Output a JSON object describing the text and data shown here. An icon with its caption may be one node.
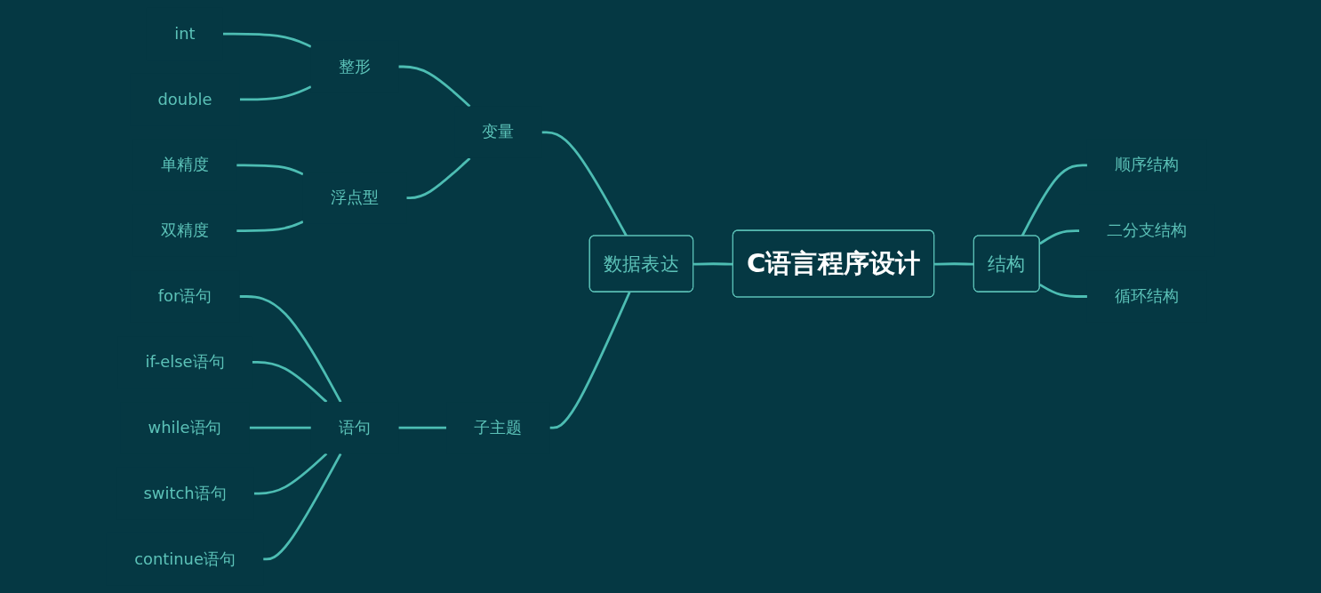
{
  "diagram": {
    "nodes": [
      {
        "text": [
          "C语言程序设计"
        ]
      },
      {
        "text": [
          "数据表达"
        ]
      },
      {
        "text": [
          "变量"
        ]
      },
      {
        "text": [
          "整形"
        ]
      },
      {
        "text": [
          "int"
        ]
      },
      {
        "text": [
          "double"
        ]
      },
      {
        "text": [
          "浮点型"
        ]
      },
      {
        "text": [
          "单精度"
        ]
      },
      {
        "text": [
          "双精度"
        ]
      },
      {
        "text": [
          "子主题"
        ]
      },
      {
        "text": [
          "语句"
        ]
      },
      {
        "text": [
          "for语句"
        ]
      },
      {
        "text": [
          "if-else语句"
        ]
      },
      {
        "text": [
          "while语句"
        ]
      },
      {
        "text": [
          "switch语句"
        ]
      },
      {
        "text": [
          "continue语句"
        ]
      },
      {
        "text": [
          "结构"
        ]
      },
      {
        "text": [
          "顺序结构"
        ]
      },
      {
        "text": [
          "二分支结构"
        ]
      },
      {
        "text": [
          "循环结构"
        ]
      }
    ],
    "edges": [
      {
        "from": 1,
        "to": 0,
        "arrow": "none"
      },
      {
        "from": 2,
        "to": 1,
        "arrow": "none"
      },
      {
        "from": 3,
        "to": 2,
        "arrow": "none"
      },
      {
        "from": 4,
        "to": 3,
        "arrow": "none"
      },
      {
        "from": 5,
        "to": 3,
        "arrow": "none"
      },
      {
        "from": 6,
        "to": 2,
        "arrow": "none"
      },
      {
        "from": 7,
        "to": 6,
        "arrow": "none"
      },
      {
        "from": 8,
        "to": 6,
        "arrow": "none"
      },
      {
        "from": 9,
        "to": 1,
        "arrow": "none"
      },
      {
        "from": 10,
        "to": 9,
        "arrow": "none"
      },
      {
        "from": 11,
        "to": 10,
        "arrow": "none"
      },
      {
        "from": 12,
        "to": 10,
        "arrow": "none"
      },
      {
        "from": 13,
        "to": 10,
        "arrow": "none"
      },
      {
        "from": 14,
        "to": 10,
        "arrow": "none"
      },
      {
        "from": 15,
        "to": 10,
        "arrow": "none"
      },
      {
        "from": 0,
        "to": 16,
        "arrow": "none"
      },
      {
        "from": 16,
        "to": 17,
        "arrow": "none"
      },
      {
        "from": 16,
        "to": 18,
        "arrow": "none"
      },
      {
        "from": 16,
        "to": 19,
        "arrow": "none"
      }
    ]
  }
}
